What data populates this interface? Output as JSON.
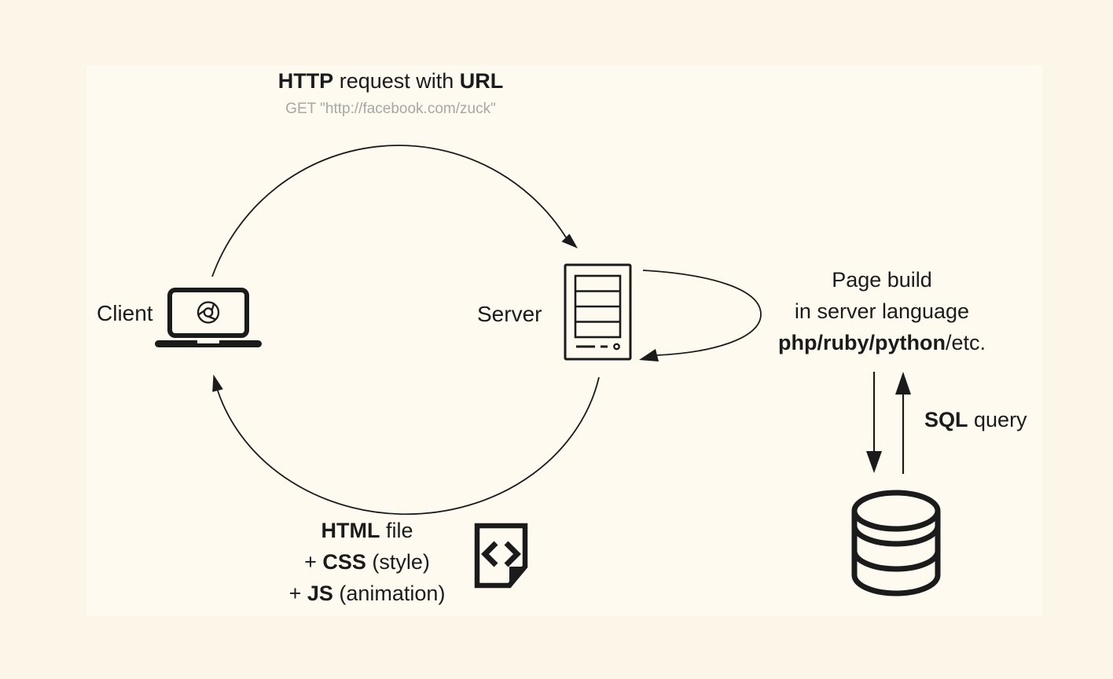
{
  "palette": {
    "background_outer": "#fbf6e7",
    "background_inner": "#fffaf0",
    "ink": "#1b1b1b",
    "muted_gray": "#a7a7a3"
  },
  "request": {
    "title_segments": [
      "HTTP",
      " request with ",
      "URL"
    ],
    "subtitle": "GET \"http://facebook.com/zuck\""
  },
  "client": {
    "label": "Client",
    "icon": "laptop-browser-icon"
  },
  "server": {
    "label": "Server",
    "icon": "server-rack-icon"
  },
  "page_build": {
    "line1": "Page build",
    "line2": "in server language",
    "line3_segments": [
      "php/ruby/python",
      "/etc."
    ]
  },
  "sql": {
    "label_segments": [
      "SQL",
      " query"
    ],
    "icons": [
      "arrow-down-icon",
      "arrow-up-icon"
    ]
  },
  "database": {
    "icon": "database-icon"
  },
  "response": {
    "line1_segments": [
      "HTML",
      " file"
    ],
    "line2_segments": [
      "+ ",
      "CSS",
      " (style)"
    ],
    "line3_segments": [
      "+ ",
      "JS",
      " (animation)"
    ],
    "icon": "code-file-icon"
  }
}
